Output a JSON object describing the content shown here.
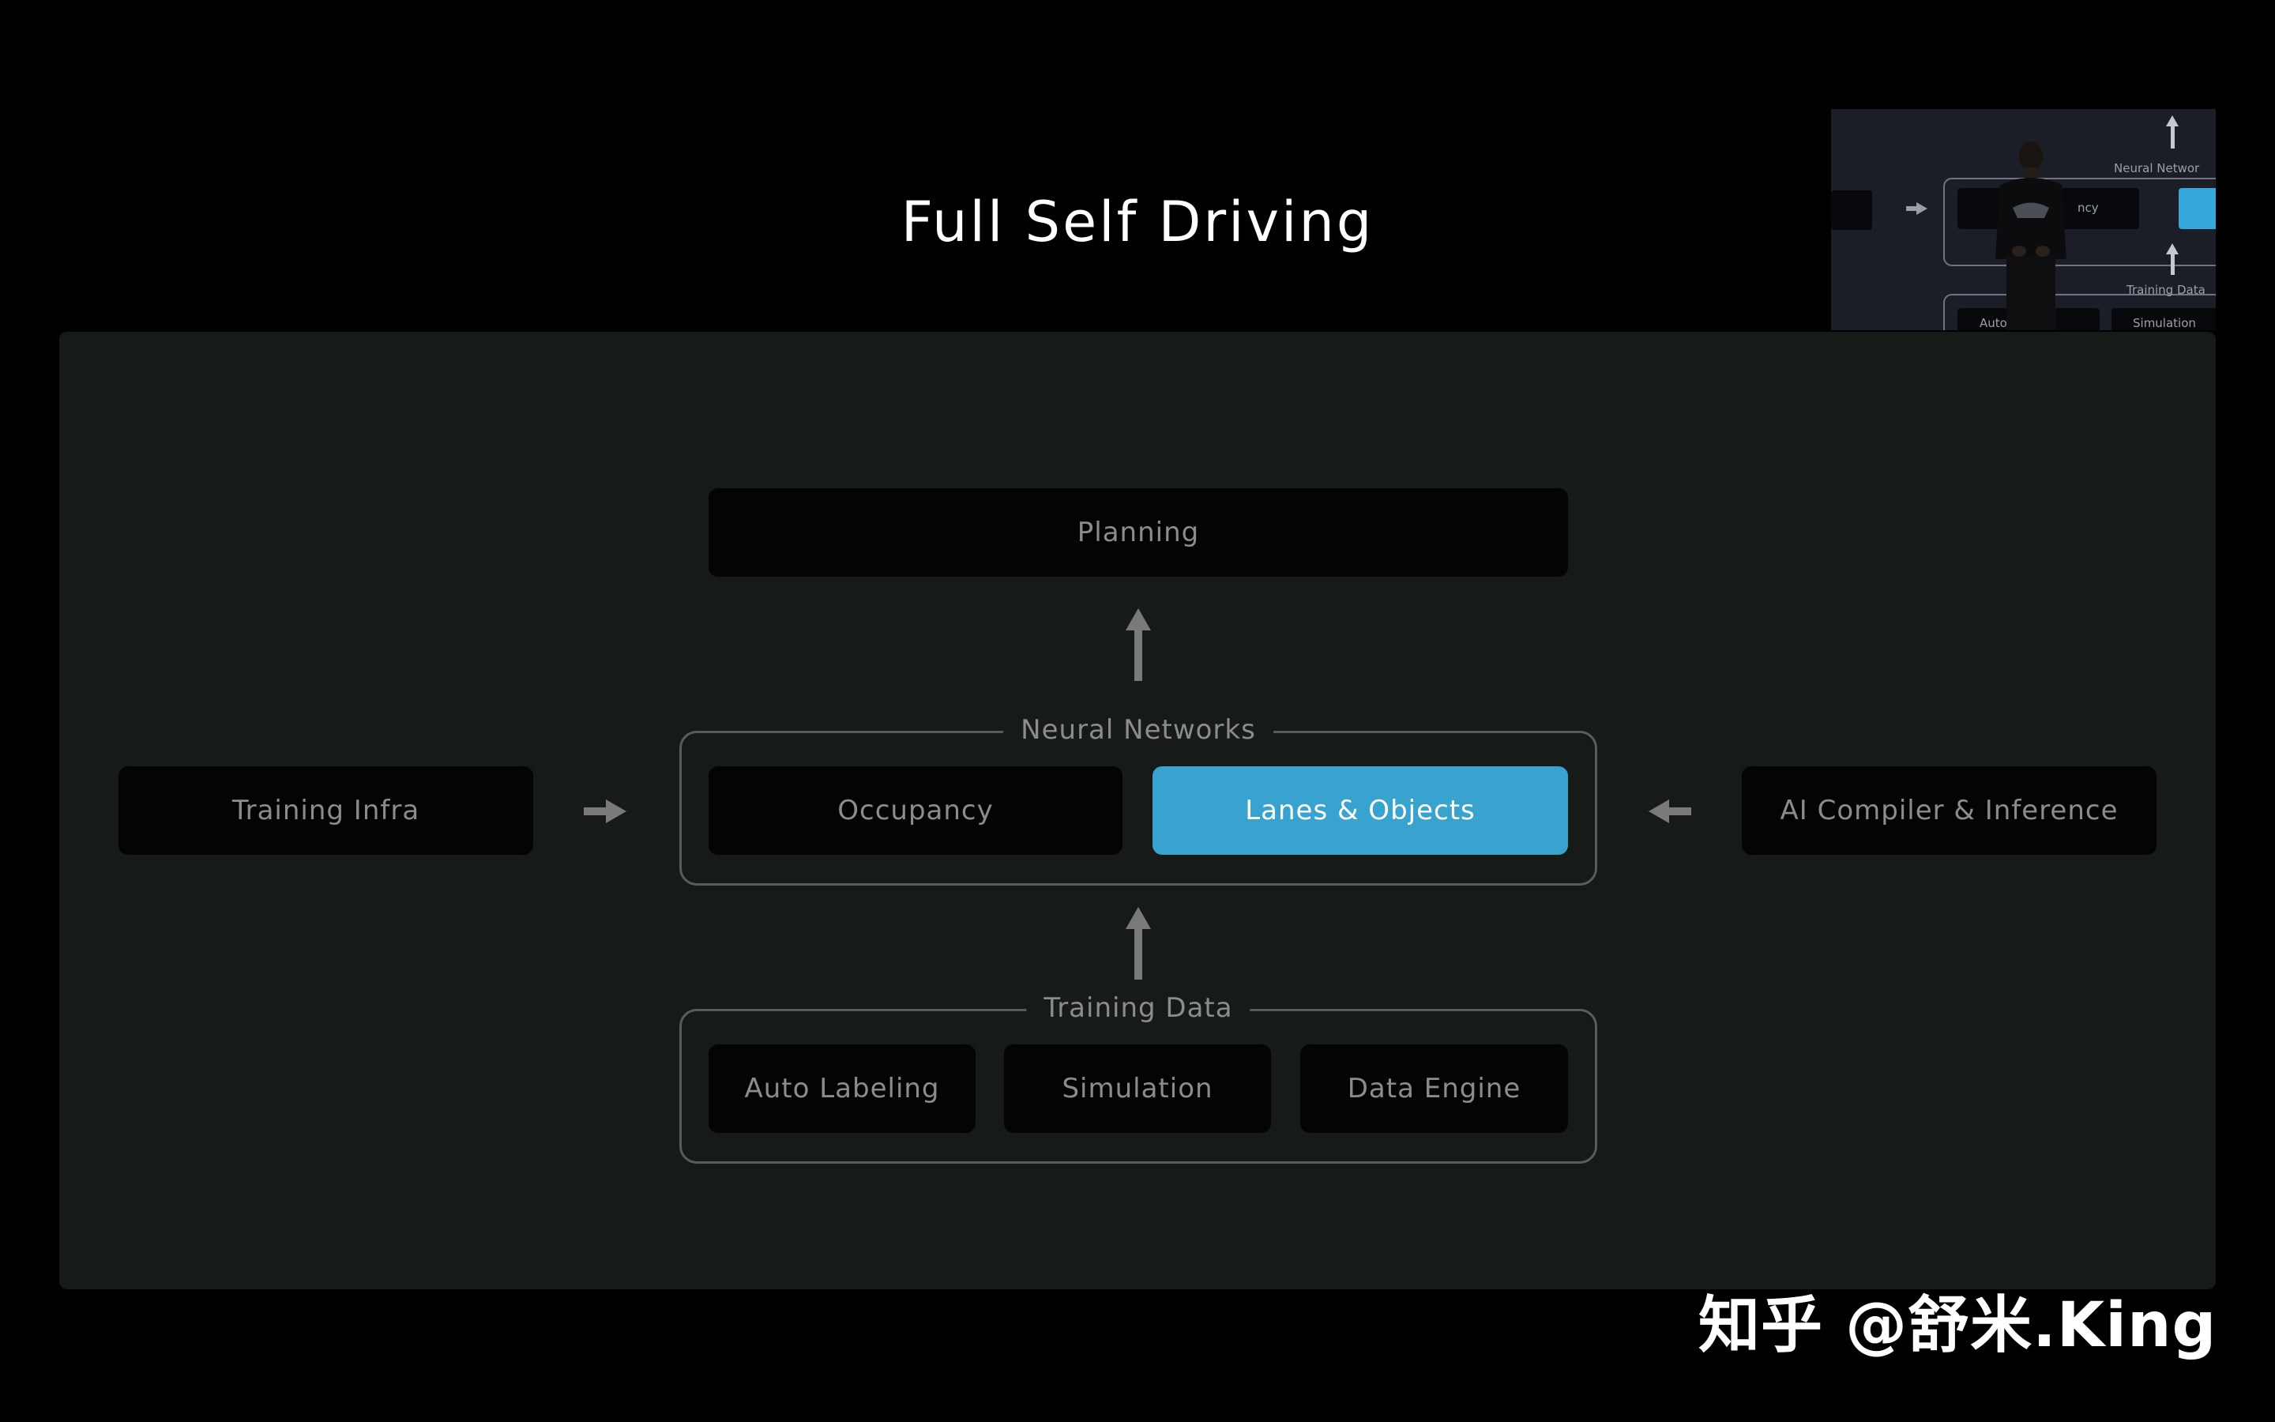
{
  "slide": {
    "title": "Full Self Driving"
  },
  "diagram": {
    "planning": "Planning",
    "training_infra": "Training Infra",
    "ai_compiler": "AI Compiler & Inference",
    "neural_networks": {
      "label": "Neural Networks",
      "items": [
        "Occupancy",
        "Lanes & Objects"
      ]
    },
    "training_data": {
      "label": "Training Data",
      "items": [
        "Auto Labeling",
        "Simulation",
        "Data Engine"
      ]
    }
  },
  "pip": {
    "neural_label": "Neural Networ",
    "occupancy_fragment": "ncy",
    "training_label": "Training Data",
    "bottom_fragment_1": "Auto",
    "bottom_fragment_2": "Simulation"
  },
  "watermark": {
    "text": "知乎 @舒米.King"
  },
  "colors": {
    "background": "#000000",
    "panel": "#171b18",
    "box": "#040404",
    "active": "#38a3cf",
    "text_muted": "#8c8c8c"
  }
}
